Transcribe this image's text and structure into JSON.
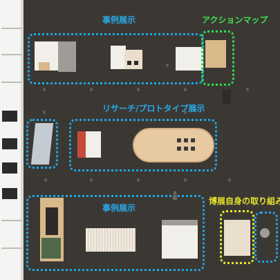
{
  "zones": {
    "case_display_top": {
      "label": "事例展示"
    },
    "action_map": {
      "label": "アクションマップ"
    },
    "research_prototype": {
      "label": "リサーチ/プロトタイプ展示"
    },
    "case_display_bottom": {
      "label": "事例展示"
    },
    "own_efforts": {
      "label": "博展自身の取り組み"
    }
  },
  "colors": {
    "floor": "#3b3834",
    "cyan": "#1ea6e6",
    "green": "#2fe04b",
    "yellow": "#ecec2c"
  },
  "icons": {
    "person": "person-icon"
  }
}
